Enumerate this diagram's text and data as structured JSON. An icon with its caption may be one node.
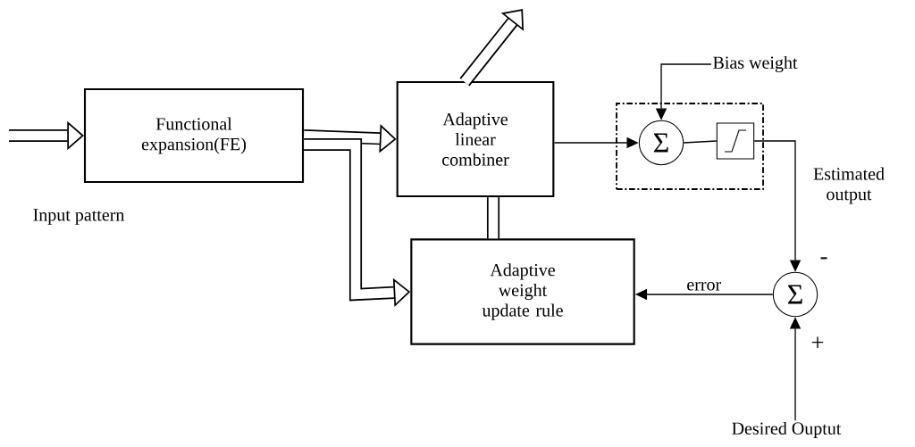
{
  "diagram": {
    "nodes": [
      {
        "text": [
          "Functional expansion(FE)"
        ]
      },
      {
        "text": [
          "Adaptive linear combiner"
        ]
      },
      {
        "text": [
          "Adaptive weight update rule"
        ]
      },
      {
        "text": [],
        "shape": "box"
      },
      {
        "text": [
          "Σ"
        ],
        "in": 3
      },
      {
        "text": [],
        "shape": "box",
        "in": 3
      },
      {
        "text": [
          "Σ"
        ]
      },
      {
        "text": [
          "Bias weight"
        ]
      },
      {
        "text": [
          "Desired Ouptut"
        ]
      }
    ],
    "edges": [
      {
        "from": null,
        "to": 0,
        "arrow": "to",
        "style": "thick"
      },
      {
        "from": 0,
        "to": 1,
        "arrow": "to",
        "style": "thick"
      },
      {
        "from": 0,
        "to": 2,
        "arrow": "to",
        "style": "thick"
      },
      {
        "from": 1,
        "to": null,
        "arrow": "to",
        "style": "thick"
      },
      {
        "from": 2,
        "to": 1,
        "arrow": "none",
        "style": "thick"
      },
      {
        "from": 1,
        "to": 4,
        "arrow": "to"
      },
      {
        "from": 7,
        "to": 4,
        "arrow": "to"
      },
      {
        "from": 4,
        "to": 5,
        "arrow": "none"
      },
      {
        "from": 5,
        "to": 6,
        "arrow": "to"
      },
      {
        "from": 8,
        "to": 6,
        "arrow": "to"
      },
      {
        "from": 6,
        "to": 2,
        "arrow": "to",
        "label": "error"
      }
    ],
    "labels": [
      "Input pattern",
      "Estimated output",
      "-",
      "+"
    ]
  }
}
